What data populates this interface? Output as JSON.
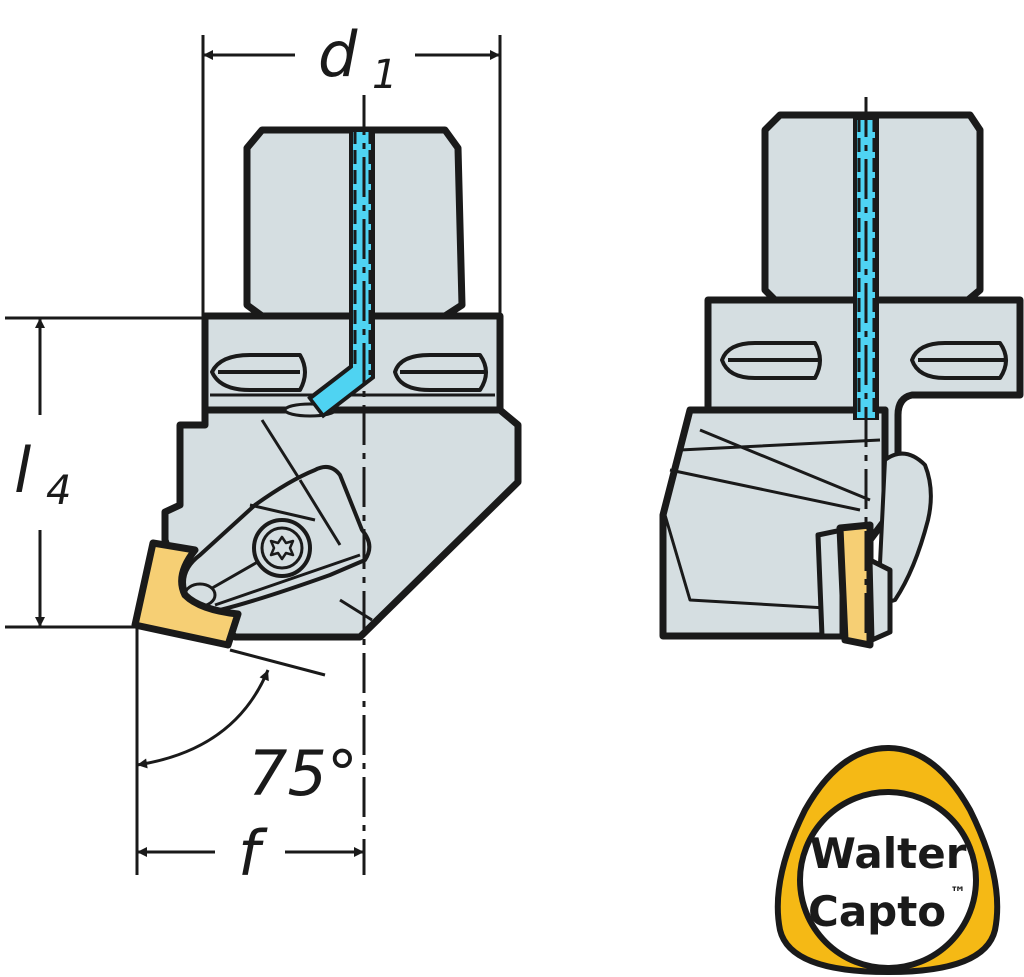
{
  "dimensions": {
    "d1": {
      "main": "d",
      "sub": "1"
    },
    "l4": {
      "main": "l",
      "sub": "4"
    },
    "angle": "75°",
    "f": "f"
  },
  "logo": {
    "line1": "Walter",
    "line2": "Capto",
    "tm": "™"
  },
  "colors": {
    "body": "#d5dee1",
    "coolant": "#4fd3f2",
    "insert": "#f6cf74",
    "logo_ring": "#f5b915",
    "outline": "#1a1a1a"
  }
}
